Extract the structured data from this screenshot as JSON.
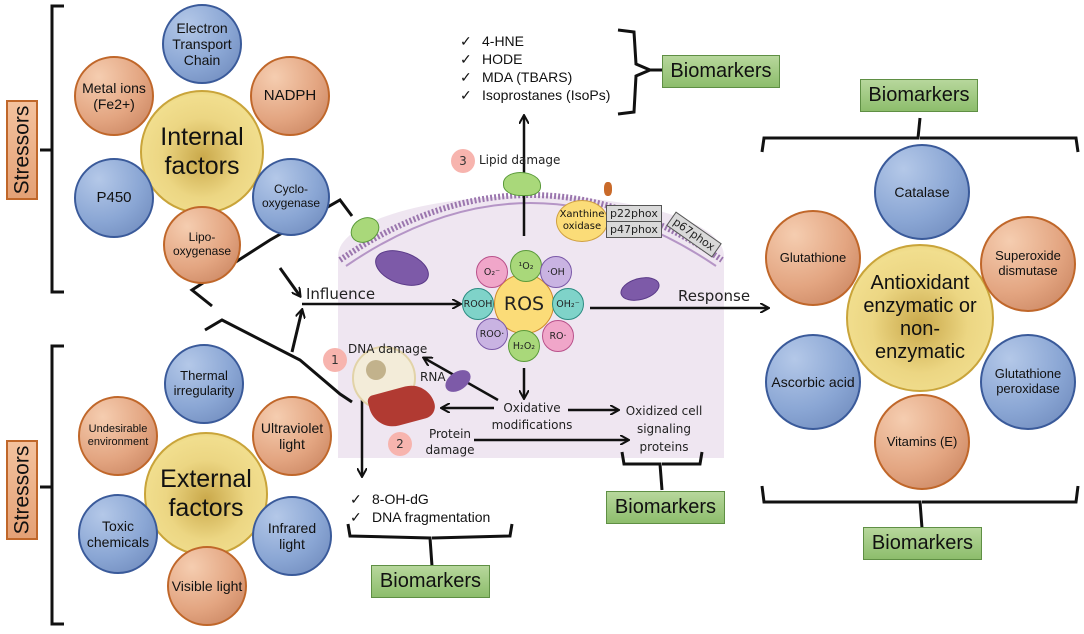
{
  "stressors": {
    "label": "Stressors",
    "internal": {
      "center": "Internal factors",
      "items": [
        {
          "label": "Electron Transport Chain",
          "color": "blue"
        },
        {
          "label": "NADPH",
          "color": "orange"
        },
        {
          "label": "Cyclo-oxygenase",
          "color": "blue"
        },
        {
          "label": "Lipo-oxygenase",
          "color": "orange"
        },
        {
          "label": "P450",
          "color": "blue"
        },
        {
          "label": "Metal ions (Fe2+)",
          "color": "orange"
        }
      ]
    },
    "external": {
      "center": "External factors",
      "items": [
        {
          "label": "Thermal irregularity",
          "color": "blue"
        },
        {
          "label": "Ultraviolet light",
          "color": "orange"
        },
        {
          "label": "Infrared light",
          "color": "blue"
        },
        {
          "label": "Visible light",
          "color": "orange"
        },
        {
          "label": "Toxic chemicals",
          "color": "blue"
        },
        {
          "label": "Undesirable environment",
          "color": "orange"
        }
      ]
    }
  },
  "flow": {
    "influence": "Influence",
    "response": "Response"
  },
  "ros": {
    "center": "ROS",
    "species": [
      "¹O₂",
      "·OH",
      "OH₂⁻",
      "RO·",
      "H₂O₂",
      "ROO·",
      "ROOH",
      "O₂⁻"
    ]
  },
  "cell": {
    "xanthine": "Xanthine oxidase",
    "phox": [
      "p22phox",
      "p47phox",
      "p67phox"
    ],
    "rna": "RNA",
    "oxidative": "Oxidative modifications",
    "oxidized_signaling": "Oxidized cell signaling proteins",
    "damages": [
      {
        "num": "1",
        "label": "DNA damage"
      },
      {
        "num": "2",
        "label": "Protein damage"
      },
      {
        "num": "3",
        "label": "Lipid damage"
      }
    ]
  },
  "lipid_biomarkers": [
    "4-HNE",
    "HODE",
    "MDA (TBARS)",
    "Isoprostanes (IsoPs)"
  ],
  "dna_biomarkers": [
    "8-OH-dG",
    "DNA fragmentation"
  ],
  "check_symbol": "✓",
  "biomarker_label": "Biomarkers",
  "antioxidant": {
    "center": "Antioxidant enzymatic or non-enzymatic",
    "items": [
      {
        "label": "Catalase",
        "color": "blue"
      },
      {
        "label": "Superoxide dismutase",
        "color": "orange"
      },
      {
        "label": "Glutathione peroxidase",
        "color": "blue"
      },
      {
        "label": "Vitamins (E)",
        "color": "orange"
      },
      {
        "label": "Ascorbic acid",
        "color": "blue"
      },
      {
        "label": "Glutathione",
        "color": "orange"
      }
    ]
  },
  "colors": {
    "blue": "#8aa6d4",
    "orange": "#e3a581",
    "gold": "#ecd683",
    "biomarker_green": "#a3ca85",
    "cell_bg": "#efe6f1"
  }
}
